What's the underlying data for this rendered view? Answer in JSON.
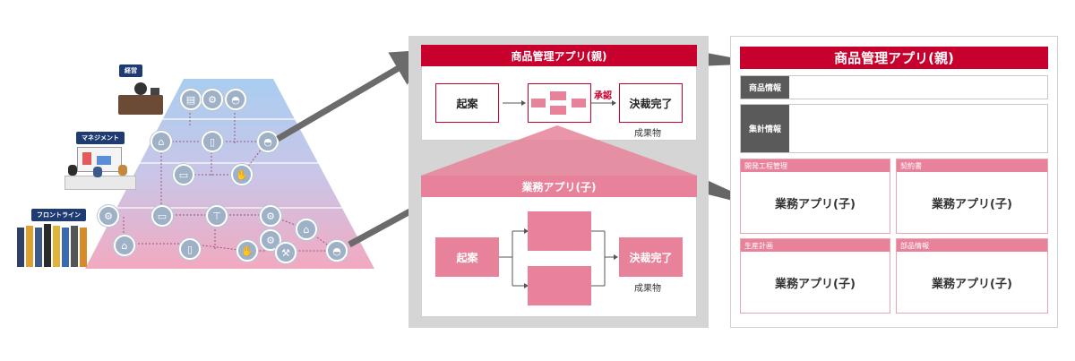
{
  "pyramid": {
    "roles": [
      {
        "label": "経営"
      },
      {
        "label": "マネジメント"
      },
      {
        "label": "フロントライン"
      }
    ],
    "icons": [
      "document-icon",
      "gear-icon",
      "hardhat-icon",
      "house-icon",
      "phone-icon",
      "hardhat-icon",
      "tablet-icon",
      "handshake-icon",
      "gear-icon",
      "tablet-icon",
      "crane-icon",
      "gear-icon",
      "house-icon",
      "house-icon",
      "phone-icon",
      "handshake-icon",
      "gear-icon",
      "hammer-icon",
      "hardhat-icon"
    ],
    "colors": {
      "top": "#9cc3ea",
      "bottom": "#f0a7be"
    }
  },
  "middle": {
    "parent_title": "商品管理アプリ(親)",
    "proposal": "起案",
    "approval": "承認",
    "final": "決裁完了",
    "deliverable": "成果物",
    "child_title": "業務アプリ(子)",
    "child_proposal": "起案",
    "child_final": "決裁完了",
    "child_deliverable": "成果物"
  },
  "right": {
    "title": "商品管理アプリ(親)",
    "fields": [
      "商品情報",
      "集計情報"
    ],
    "child_sections": [
      {
        "header": "開発工程管理",
        "body": "業務アプリ(子)"
      },
      {
        "header": "契約書",
        "body": "業務アプリ(子)"
      },
      {
        "header": "生産計画",
        "body": "業務アプリ(子)"
      },
      {
        "header": "部品情報",
        "body": "業務アプリ(子)"
      }
    ]
  },
  "colors": {
    "accent_red": "#c8002d",
    "accent_pink": "#e8829a",
    "panel_gray": "#d5d5d5",
    "label_gray": "#5a5a5a"
  }
}
